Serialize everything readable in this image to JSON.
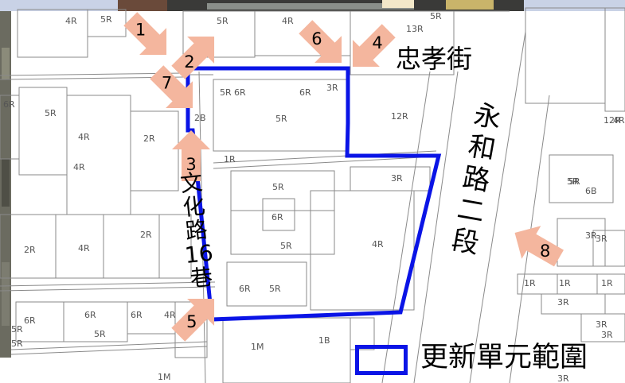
{
  "map": {
    "street_north": "忠孝街",
    "street_east": [
      "永",
      "和",
      "路",
      "二",
      "段"
    ],
    "lane": [
      "文",
      "化",
      "路",
      "16",
      "巷"
    ],
    "legend": {
      "label": "更新單元範圍",
      "color": "#0a14e6"
    },
    "arrow_color": "#f4b69e",
    "arrows": [
      {
        "num": "1"
      },
      {
        "num": "2"
      },
      {
        "num": "3"
      },
      {
        "num": "4"
      },
      {
        "num": "5"
      },
      {
        "num": "6"
      },
      {
        "num": "7"
      },
      {
        "num": "8"
      }
    ],
    "lot_labels": [
      "4R",
      "5R",
      "5R",
      "4R",
      "12R",
      "13R",
      "5R",
      "6R",
      "5R",
      "6R",
      "3R",
      "6R",
      "5R",
      "4R",
      "2R",
      "2B",
      "1R",
      "5R",
      "3R",
      "12R",
      "5R",
      "6R",
      "5R",
      "4R",
      "2R",
      "4R",
      "2R",
      "6R",
      "5R",
      "3R",
      "4R",
      "4R",
      "6R",
      "5R",
      "1M",
      "1B",
      "6R",
      "6R",
      "5R",
      "5R",
      "3R",
      "1R",
      "1R",
      "1R",
      "3R",
      "3R",
      "4R",
      "5R",
      "6B",
      "3R",
      "1M",
      "5R",
      "3R"
    ]
  }
}
